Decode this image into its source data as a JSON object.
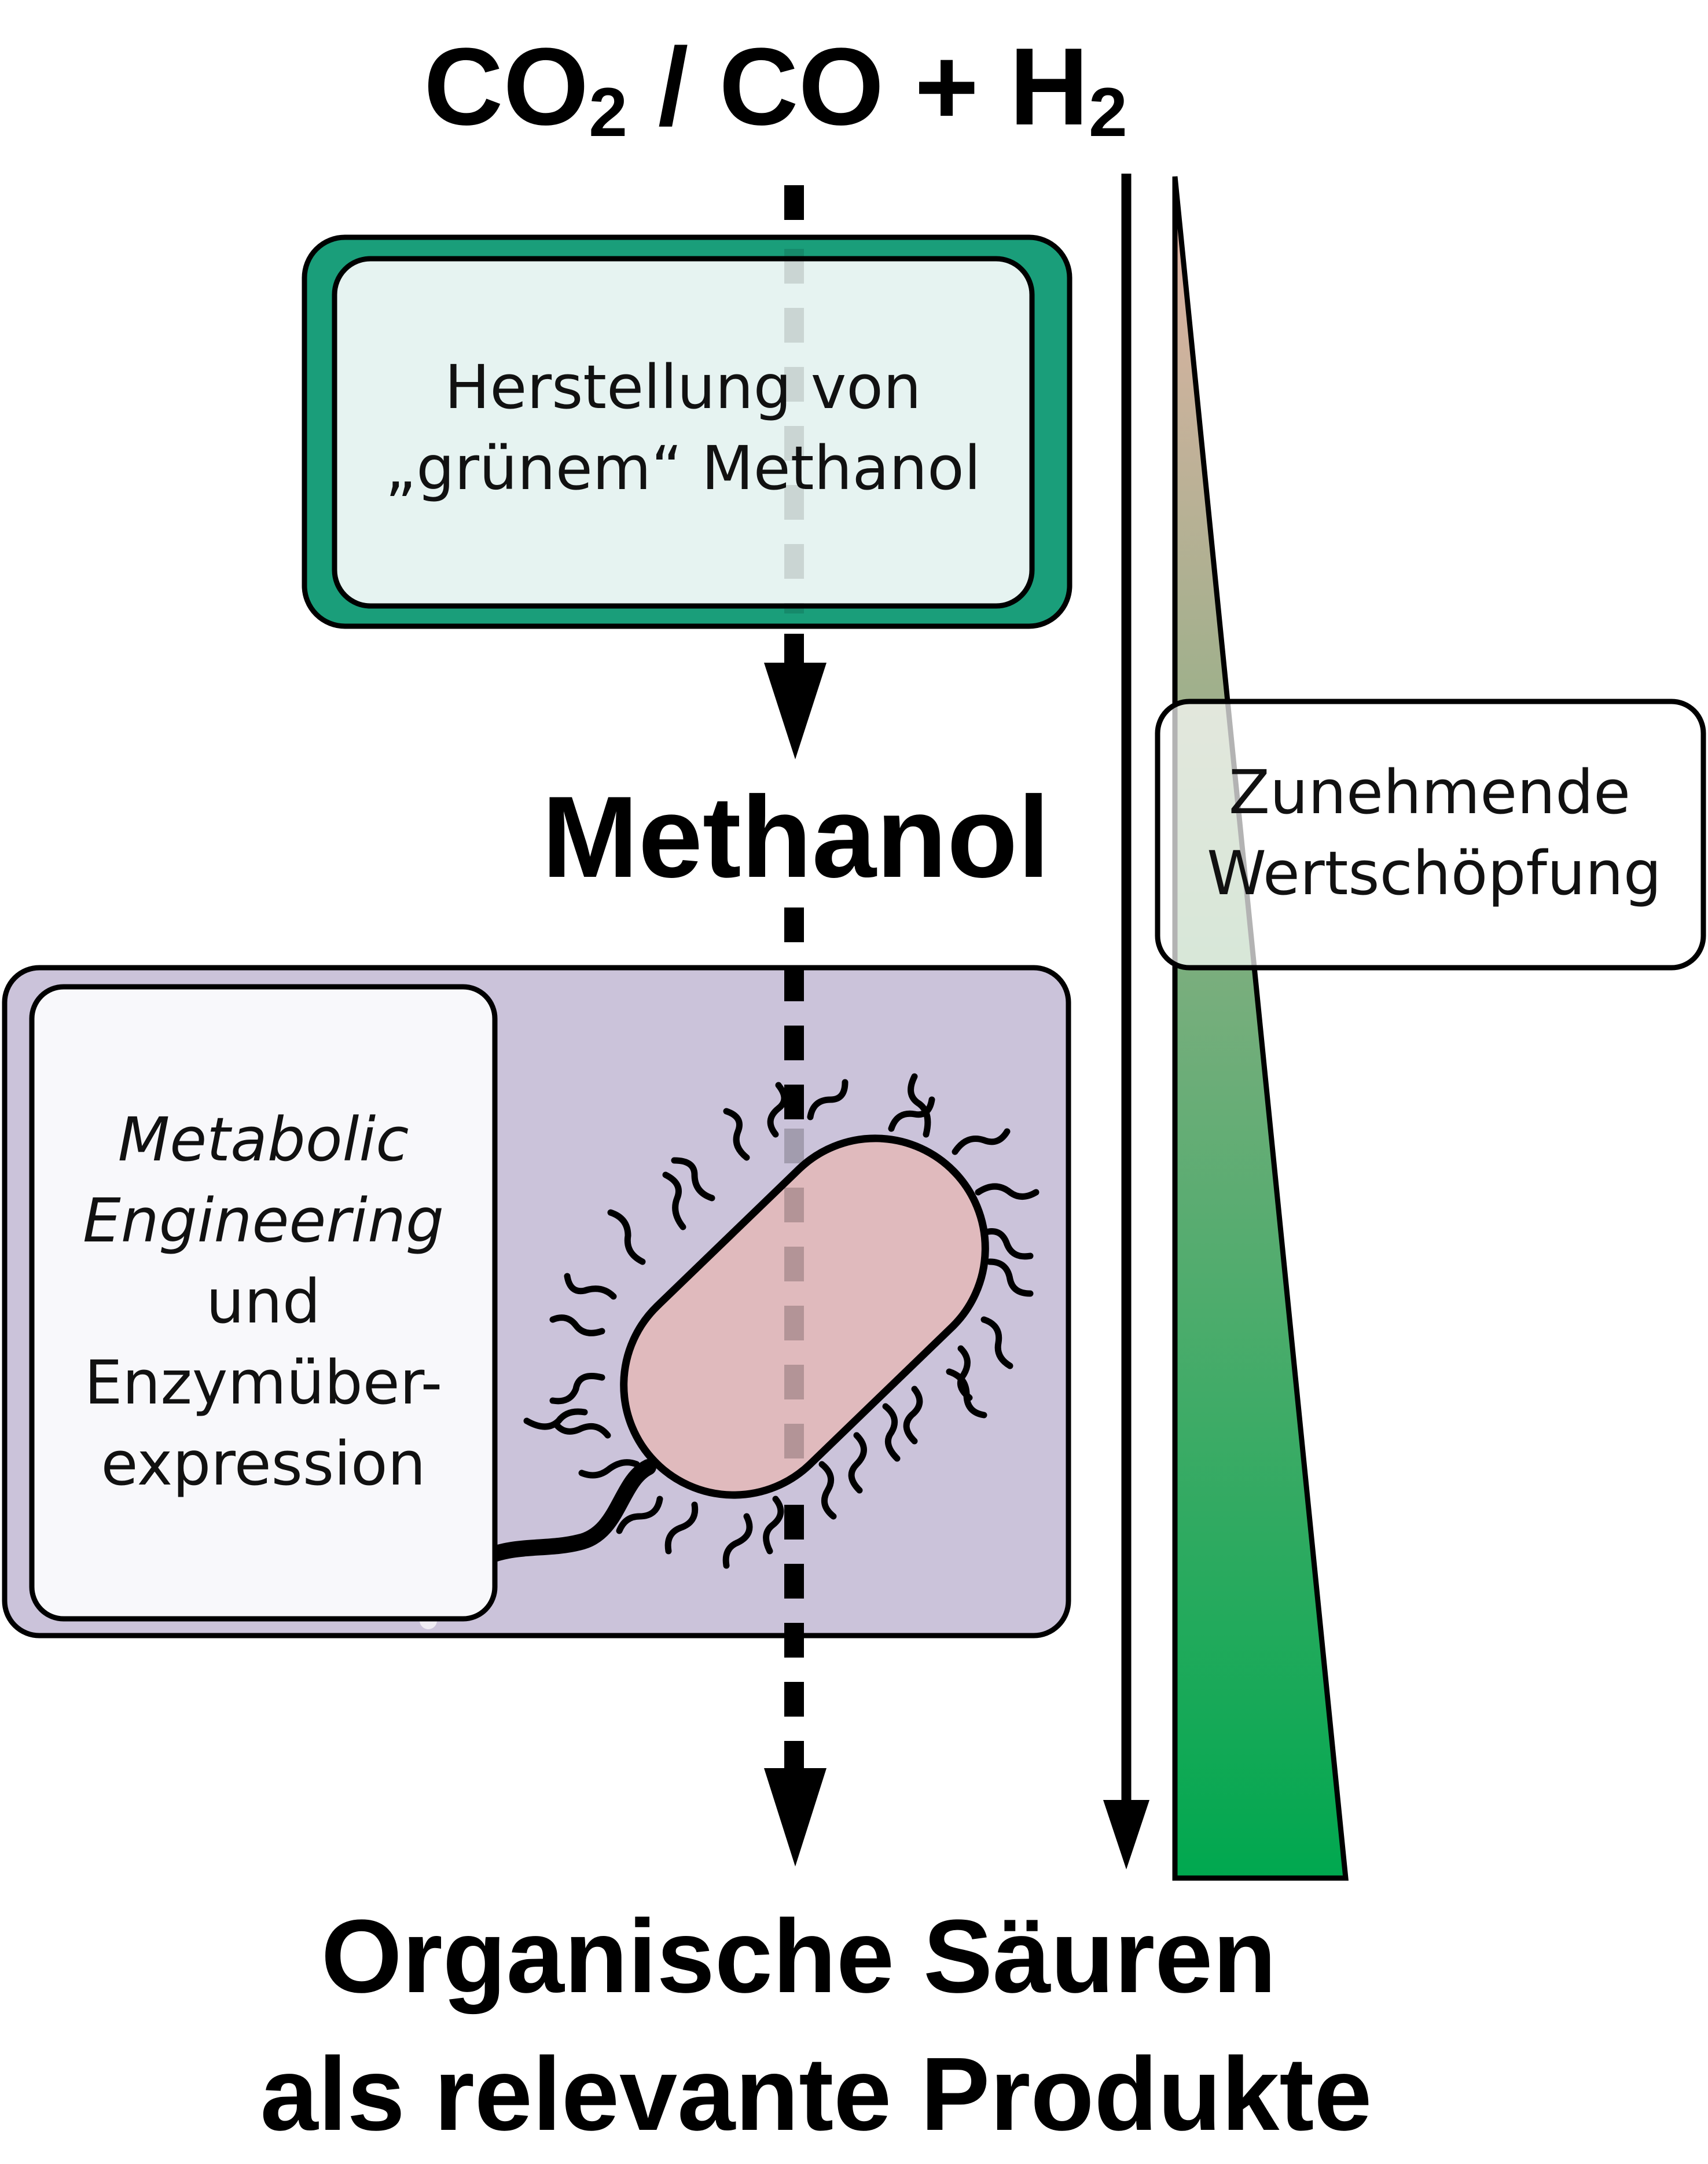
{
  "top_label": {
    "main": "CO",
    "sub1": "2",
    "mid": " / CO + H",
    "sub2": "2"
  },
  "box_methanol_production": {
    "line1": "Herstellung von",
    "line2": "„grünem“ Methanol"
  },
  "methanol_label": "Methanol",
  "box_engineering": {
    "line1": "Metabolic",
    "line2": "Engineering",
    "line3": "und",
    "line4": "Enzymüber-",
    "line5": "expression"
  },
  "value_label": {
    "line1": "Zunehmende",
    "line2": "Wertschöpfung"
  },
  "bottom_label": {
    "line1": "Organische Säuren",
    "line2": "als relevante Produkte"
  },
  "colors": {
    "green_frame": "#1a9e7a",
    "green_box_fill": "#e6f3f1",
    "purple_frame": "#cbc3da",
    "bacterium_fill": "#e0babd",
    "wedge_top": "#e5b3a6",
    "wedge_bottom": "#00a84f"
  }
}
